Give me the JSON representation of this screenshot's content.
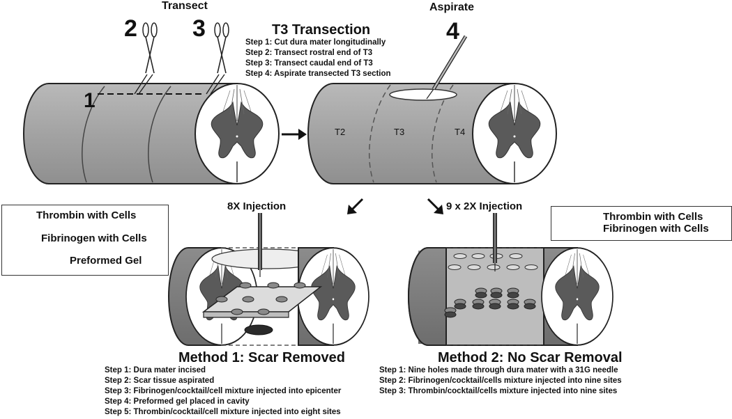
{
  "header": {
    "transect_label": "Transect",
    "aspirate_label": "Aspirate",
    "tool_numbers": [
      "2",
      "3",
      "4"
    ],
    "line_number": "1"
  },
  "transection": {
    "title": "T3 Transection",
    "steps": [
      "Step 1: Cut dura mater longitudinally",
      "Step 2: Transect rostral end of T3",
      "Step 3: Transect caudal end of T3",
      "Step 4: Aspirate transected T3 section"
    ]
  },
  "segments": [
    "T2",
    "T3",
    "T4"
  ],
  "legend_left": {
    "items": [
      "Thrombin with Cells",
      "Fibrinogen with Cells",
      "Preformed Gel"
    ]
  },
  "legend_right": {
    "items": [
      "Thrombin with Cells",
      "Fibrinogen with Cells"
    ]
  },
  "method1": {
    "injection_label": "8X Injection",
    "title": "Method 1: Scar Removed",
    "steps": [
      "Step 1: Dura mater incised",
      "Step 2: Scar tissue aspirated",
      "Step 3: Fibrinogen/cocktail/cell mixture injected into epicenter",
      "Step 4: Preformed gel placed in cavity",
      "Step 5: Thrombin/cocktail/cell mixture injected into eight sites"
    ]
  },
  "method2": {
    "injection_label": "9 x 2X Injection",
    "title": "Method 2: No Scar Removal",
    "steps": [
      "Step 1: Nine holes made through dura mater with a 31G needle",
      "Step 2: Fibrinogen/cocktail/cells mixture injected into nine sites",
      "Step 3: Thrombin/cocktail/cells mixture injected into nine sites"
    ]
  },
  "colors": {
    "tissue": "#a8a8a8",
    "dark_tissue": "#7a7a7a",
    "gray_matter": "#5a5a5a",
    "outline": "#222222"
  }
}
